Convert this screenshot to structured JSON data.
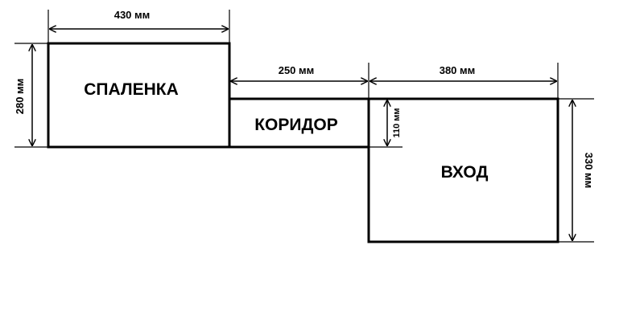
{
  "rooms": {
    "bedroom": "СПАЛЕНКА",
    "corridor": "КОРИДОР",
    "entrance": "ВХОД"
  },
  "dimensions": {
    "bedroom_width": "430 мм",
    "bedroom_height": "280 мм",
    "corridor_width": "250 мм",
    "corridor_height": "110 мм",
    "entrance_width": "380 мм",
    "entrance_height": "330 мм"
  }
}
